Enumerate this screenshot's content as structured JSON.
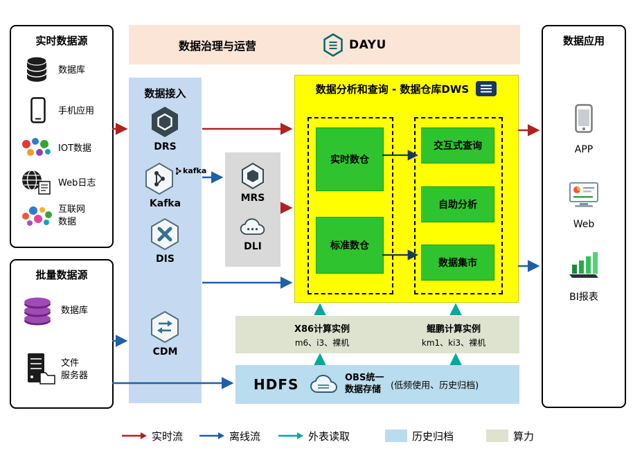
{
  "realtime_sources": {
    "title": "实时数据源",
    "items": [
      {
        "label": "数据库",
        "icon": "database-icon"
      },
      {
        "label": "手机应用",
        "icon": "mobile-app-icon"
      },
      {
        "label": "IOT数据",
        "icon": "iot-icon"
      },
      {
        "label": "Web日志",
        "icon": "web-log-icon"
      },
      {
        "label": "互联网\n数据",
        "icon": "internet-data-icon"
      }
    ]
  },
  "batch_sources": {
    "title": "批量数据源",
    "items": [
      {
        "label": "数据库",
        "icon": "purple-database-icon"
      },
      {
        "label": "文件\n服务器",
        "icon": "file-server-icon"
      }
    ]
  },
  "governance": {
    "title": "数据治理与运营",
    "product": "DAYU"
  },
  "ingest": {
    "title": "数据接入",
    "services": [
      {
        "label": "DRS",
        "icon": "drs-icon"
      },
      {
        "label": "Kafka",
        "icon": "kafka-icon",
        "mark": "kafka"
      },
      {
        "label": "DIS",
        "icon": "dis-icon"
      },
      {
        "label": "CDM",
        "icon": "cdm-icon"
      }
    ]
  },
  "processing": {
    "services": [
      {
        "label": "MRS",
        "icon": "mrs-icon"
      },
      {
        "label": "DLI",
        "icon": "dli-icon"
      }
    ]
  },
  "dws": {
    "title": "数据分析和查询 - 数据仓库DWS",
    "left_modules": [
      {
        "label": "实时数仓"
      },
      {
        "label": "标准数仓"
      }
    ],
    "right_modules": [
      {
        "label": "交互式查询"
      },
      {
        "label": "自助分析"
      },
      {
        "label": "数据集市"
      }
    ]
  },
  "compute": {
    "groups": [
      {
        "title": "X86计算实例",
        "spec": "m6、i3、裸机"
      },
      {
        "title": "鲲鹏计算实例",
        "spec": "km1、ki3、裸机"
      }
    ]
  },
  "storage": {
    "hdfs_label": "HDFS",
    "obs_label": "OBS统一\n数据存储",
    "note": "(低频使用、历史归档)"
  },
  "applications": {
    "title": "数据应用",
    "items": [
      {
        "label": "APP",
        "icon": "app-icon"
      },
      {
        "label": "Web",
        "icon": "web-icon"
      },
      {
        "label": "BI报表",
        "icon": "bi-report-icon"
      }
    ]
  },
  "legend": {
    "items": [
      {
        "label": "实时流",
        "type": "arrow",
        "color": "#b02121"
      },
      {
        "label": "离线流",
        "type": "arrow",
        "color": "#1f5fa8"
      },
      {
        "label": "外表读取",
        "type": "arrow",
        "color": "#00a99d"
      },
      {
        "label": "历史归档",
        "type": "swatch",
        "color": "#b9dcee"
      },
      {
        "label": "算力",
        "type": "swatch",
        "color": "#dde3cf"
      }
    ]
  },
  "colors": {
    "realtime_flow": "#b02121",
    "offline_flow": "#1f5fa8",
    "external_read": "#00a99d",
    "dws_background": "#ffff00",
    "module_green": "#2fc42f",
    "ingest_background": "#c5d9f1",
    "governance_background": "#fbe5d6",
    "processing_background": "#d9d9d9"
  }
}
